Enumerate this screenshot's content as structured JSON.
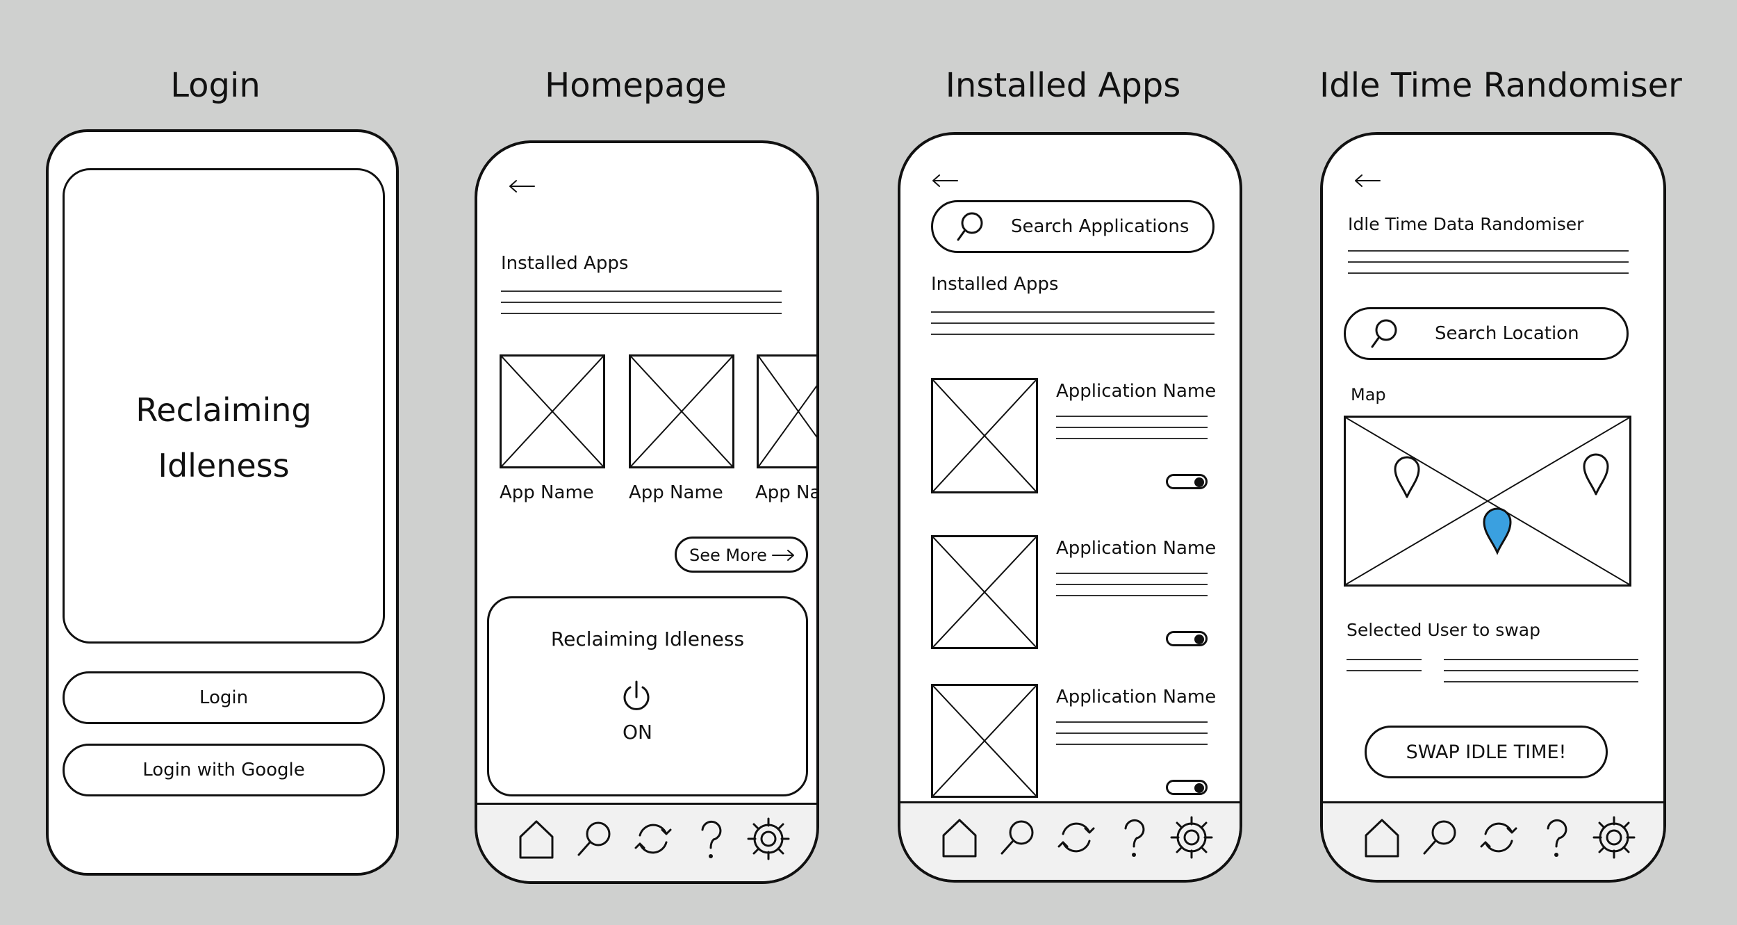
{
  "titles": {
    "login": "Login",
    "homepage": "Homepage",
    "installed": "Installed Apps",
    "randomiser": "Idle Time Randomiser"
  },
  "login": {
    "hero_line1": "Reclaiming",
    "hero_line2": "Idleness",
    "login_button": "Login",
    "google_button": "Login with Google"
  },
  "homepage": {
    "section_title": "Installed Apps",
    "apps": [
      "App Name",
      "App Name",
      "App Nam"
    ],
    "see_more": "See More",
    "card_title": "Reclaiming Idleness",
    "power_state": "ON"
  },
  "installed": {
    "search_placeholder": "Search Applications",
    "section_title": "Installed Apps",
    "apps": [
      "Application Name",
      "Application Name",
      "Application Name"
    ]
  },
  "randomiser": {
    "title": "Idle Time Data Randomiser",
    "search_placeholder": "Search Location",
    "map_label": "Map",
    "selected_label": "Selected User to swap",
    "swap_button": "SWAP IDLE TIME!"
  },
  "nav_icons": [
    "home-icon",
    "search-icon",
    "refresh-icon",
    "help-icon",
    "gear-icon"
  ],
  "colors": {
    "accent": "#3aa0e0",
    "ink": "#111111",
    "background": "#cfd0cf"
  }
}
